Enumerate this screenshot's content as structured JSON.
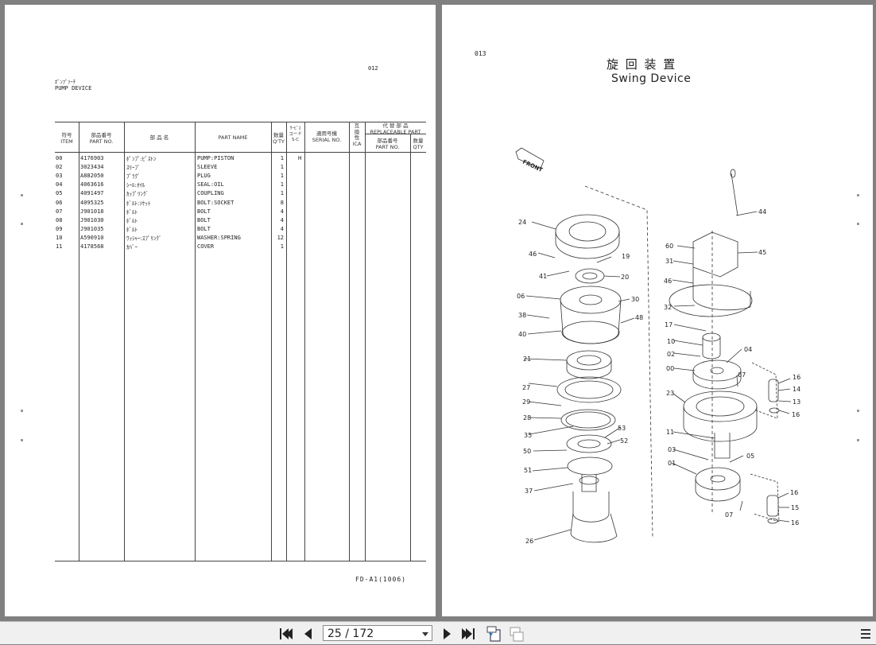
{
  "left_page": {
    "page_code": "012",
    "title_jp": "ﾎﾟﾝﾌﾟｿｰﾁ",
    "title_en": "PUMP DEVICE",
    "headers": {
      "item_jp": "符号",
      "item_en": "ITEM",
      "partno_jp": "部品番号",
      "partno_en": "PART NO.",
      "name_jp": "部 品 名",
      "name_en": "PART NAME",
      "qty_jp": "数量",
      "qty_en": "Q'TY",
      "sc_jp1": "ｻｰﾋﾞｽ",
      "sc_jp2": "コード",
      "sc_en": "S·C",
      "serial_jp": "適用号機",
      "serial_en": "SERIAL NO.",
      "ica_jp1": "互",
      "ica_jp2": "換",
      "ica_jp3": "性",
      "ica_en": "ICA",
      "repl_jp": "代 替 部 品",
      "repl_en": "REPLACEABLE PART",
      "repl_partno_jp": "部品番号",
      "repl_partno_en": "PART NO.",
      "repl_qty_jp": "数量",
      "repl_qty_en": "QTY"
    },
    "rows": [
      {
        "item": "00",
        "part_no": "4176903",
        "name_jp": "ﾎﾟﾝﾌﾟ:ﾋﾟｽﾄﾝ",
        "name_en": "PUMP:PISTON",
        "qty": "1",
        "sc": "H"
      },
      {
        "item": "02",
        "part_no": "3023434",
        "name_jp": "ｽﾘｰﾌﾞ",
        "name_en": "SLEEVE",
        "qty": "1",
        "sc": ""
      },
      {
        "item": "03",
        "part_no": "A882050",
        "name_jp": "ﾌﾟﾗｸﾞ",
        "name_en": "PLUG",
        "qty": "1",
        "sc": ""
      },
      {
        "item": "04",
        "part_no": "4063616",
        "name_jp": "ｼｰﾙ:ｵｲﾙ",
        "name_en": "SEAL:OIL",
        "qty": "1",
        "sc": ""
      },
      {
        "item": "05",
        "part_no": "4091497",
        "name_jp": "ｶｯﾌﾟﾘﾝｸﾞ",
        "name_en": "COUPLING",
        "qty": "1",
        "sc": ""
      },
      {
        "item": "06",
        "part_no": "4095325",
        "name_jp": "ﾎﾞﾙﾄ:ｿｹｯﾄ",
        "name_en": "BOLT:SOCKET",
        "qty": "8",
        "sc": ""
      },
      {
        "item": "07",
        "part_no": "J901018",
        "name_jp": "ﾎﾞﾙﾄ",
        "name_en": "BOLT",
        "qty": "4",
        "sc": ""
      },
      {
        "item": "08",
        "part_no": "J901030",
        "name_jp": "ﾎﾞﾙﾄ",
        "name_en": "BOLT",
        "qty": "4",
        "sc": ""
      },
      {
        "item": "09",
        "part_no": "J901035",
        "name_jp": "ﾎﾞﾙﾄ",
        "name_en": "BOLT",
        "qty": "4",
        "sc": ""
      },
      {
        "item": "10",
        "part_no": "A590910",
        "name_jp": "ﾜｯｼｬｰ:ｽﾌﾟﾘﾝｸﾞ",
        "name_en": "WASHER:SPRING",
        "qty": "12",
        "sc": ""
      },
      {
        "item": "11",
        "part_no": "4178568",
        "name_jp": "ｶﾊﾞｰ",
        "name_en": "COVER",
        "qty": "1",
        "sc": ""
      }
    ],
    "footer_code": "FD-A1(1006)"
  },
  "right_page": {
    "page_code": "013",
    "title_jp": "旋 回 装 置",
    "title_en": "Swing Device",
    "front_label": "FRONT",
    "callouts": [
      "24",
      "46",
      "41",
      "19",
      "20",
      "06",
      "30",
      "38",
      "48",
      "40",
      "21",
      "27",
      "29",
      "28",
      "35",
      "53",
      "52",
      "50",
      "51",
      "37",
      "26",
      "44",
      "60",
      "45",
      "31",
      "46",
      "32",
      "17",
      "10",
      "02",
      "04",
      "00",
      "07",
      "23",
      "16",
      "14",
      "13",
      "16",
      "11",
      "03",
      "05",
      "01",
      "16",
      "15",
      "07",
      "16"
    ]
  },
  "toolbar": {
    "page_indicator": "25 / 172",
    "first_icon": "first-page-icon",
    "prev_icon": "prev-page-icon",
    "next_icon": "next-page-icon",
    "last_icon": "last-page-icon",
    "fit_icon": "fit-page-icon",
    "continuous_icon": "continuous-page-icon",
    "menu_icon": "menu-icon"
  }
}
